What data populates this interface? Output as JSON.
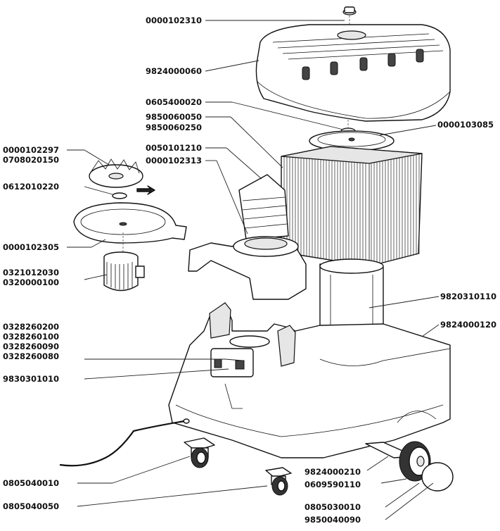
{
  "labels": {
    "l_0000102310": "0000102310",
    "l_9824000060": "9824000060",
    "l_0605400020": "0605400020",
    "l_9850060050": "9850060050",
    "l_9850060250": "9850060250",
    "l_0000103085": "0000103085",
    "l_0050101210": "0050101210",
    "l_0000102313": "0000102313",
    "l_0000102297": "0000102297",
    "l_0708020150": "0708020150",
    "l_0612010220": "0612010220",
    "l_0000102305": "0000102305",
    "l_0321012030": "0321012030",
    "l_0320000100": "0320000100",
    "l_9820310110": "9820310110",
    "l_9824000120": "9824000120",
    "l_0328260200": "0328260200",
    "l_0328260100": "0328260100",
    "l_0328260090": "0328260090",
    "l_0328260080": "0328260080",
    "l_9830301010": "9830301010",
    "l_9824000210": "9824000210",
    "l_0609590110": "0609590110",
    "l_0805040010": "0805040010",
    "l_0805030010": "0805030010",
    "l_0805040050": "0805040050",
    "l_9850040090": "9850040090"
  }
}
